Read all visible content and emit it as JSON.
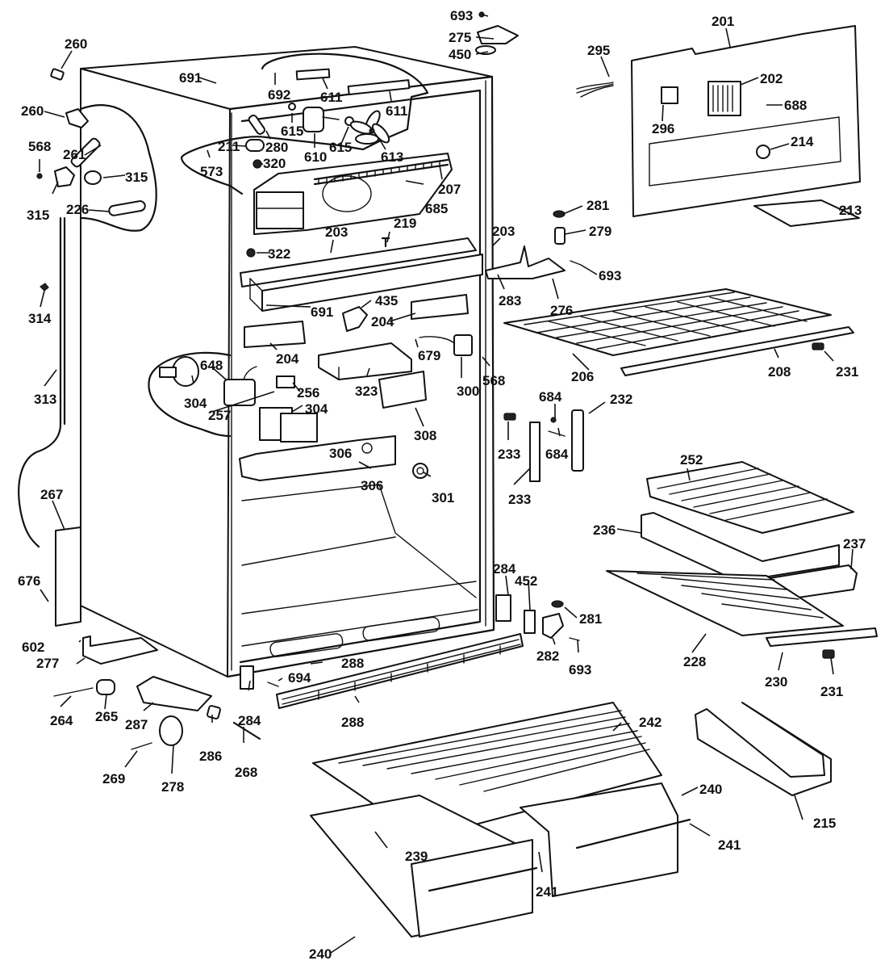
{
  "diagram": {
    "title": "Refrigerator cabinet exploded parts view",
    "callouts": [
      {
        "id": "260a",
        "label": "260",
        "part": "tube-fitting"
      },
      {
        "id": "260b",
        "label": "260",
        "part": "tube-fitting"
      },
      {
        "id": "261",
        "label": "261",
        "part": "tube"
      },
      {
        "id": "568a",
        "label": "568",
        "part": "screw"
      },
      {
        "id": "315a",
        "label": "315",
        "part": "fitting"
      },
      {
        "id": "315b",
        "label": "315",
        "part": "washer"
      },
      {
        "id": "226",
        "label": "226",
        "part": "drain-tube"
      },
      {
        "id": "314",
        "label": "314",
        "part": "clip"
      },
      {
        "id": "313",
        "label": "313",
        "part": "tube"
      },
      {
        "id": "691a",
        "label": "691",
        "part": "screw"
      },
      {
        "id": "692",
        "label": "692",
        "part": "screw"
      },
      {
        "id": "611a",
        "label": "611",
        "part": "bracket"
      },
      {
        "id": "611b",
        "label": "611",
        "part": "bracket"
      },
      {
        "id": "615a",
        "label": "615",
        "part": "grommet"
      },
      {
        "id": "615b",
        "label": "615",
        "part": "grommet"
      },
      {
        "id": "610",
        "label": "610",
        "part": "fan-motor"
      },
      {
        "id": "613",
        "label": "613",
        "part": "fan-blade"
      },
      {
        "id": "280",
        "label": "280",
        "part": "tube"
      },
      {
        "id": "211",
        "label": "211",
        "part": "light-bulb"
      },
      {
        "id": "573",
        "label": "573",
        "part": "screw"
      },
      {
        "id": "320",
        "label": "320",
        "part": "plug"
      },
      {
        "id": "207",
        "label": "207",
        "part": "evaporator"
      },
      {
        "id": "685",
        "label": "685",
        "part": "screw"
      },
      {
        "id": "219",
        "label": "219",
        "part": "thermostat-capillary"
      },
      {
        "id": "203a",
        "label": "203",
        "part": "mullion"
      },
      {
        "id": "203b",
        "label": "203",
        "part": "mullion"
      },
      {
        "id": "322",
        "label": "322",
        "part": "plug"
      },
      {
        "id": "691b",
        "label": "691",
        "part": "screw"
      },
      {
        "id": "435",
        "label": "435",
        "part": "light-socket"
      },
      {
        "id": "204a",
        "label": "204",
        "part": "bracket"
      },
      {
        "id": "204b",
        "label": "204",
        "part": "bracket"
      },
      {
        "id": "679",
        "label": "679",
        "part": "wire"
      },
      {
        "id": "323",
        "label": "323",
        "part": "control-housing"
      },
      {
        "id": "300",
        "label": "300",
        "part": "thermostat"
      },
      {
        "id": "568b",
        "label": "568",
        "part": "screw"
      },
      {
        "id": "648",
        "label": "648",
        "part": "timer"
      },
      {
        "id": "304a",
        "label": "304",
        "part": "switch"
      },
      {
        "id": "304b",
        "label": "304",
        "part": "switch"
      },
      {
        "id": "257",
        "label": "257",
        "part": "screw"
      },
      {
        "id": "256",
        "label": "256",
        "part": "switch"
      },
      {
        "id": "308",
        "label": "308",
        "part": "bracket"
      },
      {
        "id": "306a",
        "label": "306",
        "part": "control-panel"
      },
      {
        "id": "306b",
        "label": "306",
        "part": "control-panel"
      },
      {
        "id": "301",
        "label": "301",
        "part": "knob"
      },
      {
        "id": "693a",
        "label": "693",
        "part": "screw"
      },
      {
        "id": "275",
        "label": "275",
        "part": "hinge"
      },
      {
        "id": "450",
        "label": "450",
        "part": "shim"
      },
      {
        "id": "295",
        "label": "295",
        "part": "wire-harness"
      },
      {
        "id": "201",
        "label": "201",
        "part": "freezer-liner-panel"
      },
      {
        "id": "202",
        "label": "202",
        "part": "grille"
      },
      {
        "id": "688",
        "label": "688",
        "part": "screw"
      },
      {
        "id": "296",
        "label": "296",
        "part": "light-switch"
      },
      {
        "id": "214",
        "label": "214",
        "part": "knob"
      },
      {
        "id": "213",
        "label": "213",
        "part": "ice-tray"
      },
      {
        "id": "281a",
        "label": "281",
        "part": "washer"
      },
      {
        "id": "279",
        "label": "279",
        "part": "hinge-pin"
      },
      {
        "id": "693b",
        "label": "693",
        "part": "screw"
      },
      {
        "id": "283",
        "label": "283",
        "part": "hinge"
      },
      {
        "id": "276",
        "label": "276",
        "part": "hinge"
      },
      {
        "id": "206",
        "label": "206",
        "part": "shelf"
      },
      {
        "id": "208",
        "label": "208",
        "part": "trim"
      },
      {
        "id": "231a",
        "label": "231",
        "part": "clip"
      },
      {
        "id": "684a",
        "label": "684",
        "part": "screw"
      },
      {
        "id": "684b",
        "label": "684",
        "part": "screw"
      },
      {
        "id": "232",
        "label": "232",
        "part": "shelf-support"
      },
      {
        "id": "233a",
        "label": "233",
        "part": "stud"
      },
      {
        "id": "233b",
        "label": "233",
        "part": "shelf-support"
      },
      {
        "id": "252",
        "label": "252",
        "part": "meat-pan-cover"
      },
      {
        "id": "236",
        "label": "236",
        "part": "meat-pan"
      },
      {
        "id": "237",
        "label": "237",
        "part": "trim"
      },
      {
        "id": "228",
        "label": "228",
        "part": "shelf"
      },
      {
        "id": "230",
        "label": "230",
        "part": "trim"
      },
      {
        "id": "231b",
        "label": "231",
        "part": "clip"
      },
      {
        "id": "284a",
        "label": "284",
        "part": "bracket"
      },
      {
        "id": "452",
        "label": "452",
        "part": "shim"
      },
      {
        "id": "281b",
        "label": "281",
        "part": "washer"
      },
      {
        "id": "282",
        "label": "282",
        "part": "hinge"
      },
      {
        "id": "693c",
        "label": "693",
        "part": "screw"
      },
      {
        "id": "267",
        "label": "267",
        "part": "panel"
      },
      {
        "id": "676",
        "label": "676",
        "part": "screw"
      },
      {
        "id": "602",
        "label": "602",
        "part": "screw"
      },
      {
        "id": "277",
        "label": "277",
        "part": "bracket"
      },
      {
        "id": "264",
        "label": "264",
        "part": "axle"
      },
      {
        "id": "265",
        "label": "265",
        "part": "roller"
      },
      {
        "id": "287",
        "label": "287",
        "part": "leveler"
      },
      {
        "id": "286",
        "label": "286",
        "part": "nut"
      },
      {
        "id": "269",
        "label": "269",
        "part": "pin"
      },
      {
        "id": "278",
        "label": "278",
        "part": "roller"
      },
      {
        "id": "268",
        "label": "268",
        "part": "screw"
      },
      {
        "id": "284b",
        "label": "284",
        "part": "bracket"
      },
      {
        "id": "694",
        "label": "694",
        "part": "screw"
      },
      {
        "id": "288a",
        "label": "288",
        "part": "clip"
      },
      {
        "id": "288b",
        "label": "288",
        "part": "grille"
      },
      {
        "id": "242",
        "label": "242",
        "part": "pan-cover"
      },
      {
        "id": "239",
        "label": "239",
        "part": "bracket"
      },
      {
        "id": "240a",
        "label": "240",
        "part": "crisper-pan"
      },
      {
        "id": "240b",
        "label": "240",
        "part": "crisper-pan"
      },
      {
        "id": "241a",
        "label": "241",
        "part": "trim"
      },
      {
        "id": "241b",
        "label": "241",
        "part": "trim"
      },
      {
        "id": "215",
        "label": "215",
        "part": "door-shelf"
      }
    ]
  }
}
